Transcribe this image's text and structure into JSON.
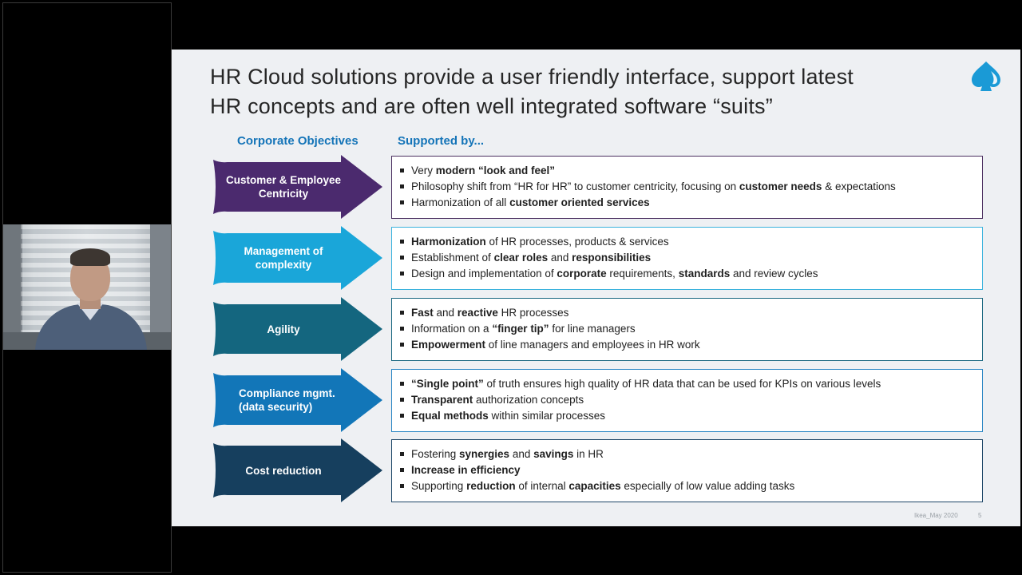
{
  "slide": {
    "title_line1": "HR Cloud solutions provide a user friendly interface, support latest",
    "title_line2": "HR concepts and are often well integrated software “suits”",
    "col_left": "Corporate Objectives",
    "col_right": "Supported by...",
    "footer": "Ikea_May 2020",
    "page": "5",
    "logo_icon": "spade-logo-icon",
    "rows": [
      {
        "label": "Customer & Employee Centricity",
        "color": "#4b2a6e",
        "border": "#4b3060",
        "bullets": [
          [
            {
              "t": "Very "
            },
            {
              "t": "modern “look and feel”",
              "b": true
            }
          ],
          [
            {
              "t": "Philosophy shift from “HR for HR” to customer centricity, focusing on "
            },
            {
              "t": "customer needs",
              "b": true
            },
            {
              "t": " & expectations"
            }
          ],
          [
            {
              "t": "Harmonization of all "
            },
            {
              "t": "customer oriented services",
              "b": true
            }
          ]
        ]
      },
      {
        "label": "Management of complexity",
        "color": "#1aa6d9",
        "border": "#3cb3dd",
        "bullets": [
          [
            {
              "t": "Harmonization",
              "b": true
            },
            {
              "t": " of HR processes, products & services"
            }
          ],
          [
            {
              "t": "Establishment of "
            },
            {
              "t": "clear roles",
              "b": true
            },
            {
              "t": " and "
            },
            {
              "t": "responsibilities",
              "b": true
            }
          ],
          [
            {
              "t": "Design and implementation of "
            },
            {
              "t": "corporate",
              "b": true
            },
            {
              "t": " requirements, "
            },
            {
              "t": "standards",
              "b": true
            },
            {
              "t": " and review cycles"
            }
          ]
        ]
      },
      {
        "label": "Agility",
        "color": "#14667f",
        "border": "#1a6780",
        "bullets": [
          [
            {
              "t": "Fast",
              "b": true
            },
            {
              "t": " and "
            },
            {
              "t": "reactive",
              "b": true
            },
            {
              "t": " HR processes"
            }
          ],
          [
            {
              "t": "Information on a "
            },
            {
              "t": "“finger tip”",
              "b": true
            },
            {
              "t": " for line managers"
            }
          ],
          [
            {
              "t": "Empowerment",
              "b": true
            },
            {
              "t": " of line managers and employees in HR work"
            }
          ]
        ]
      },
      {
        "label": "Compliance mgmt. (data security)",
        "color": "#1276b8",
        "border": "#2a86c4",
        "bullets": [
          [
            {
              "t": "“Single point”",
              "b": true
            },
            {
              "t": " of truth ensures high quality of HR data that can be used for KPIs on various levels"
            }
          ],
          [
            {
              "t": "Transparent",
              "b": true
            },
            {
              "t": " authorization concepts"
            }
          ],
          [
            {
              "t": "Equal methods",
              "b": true
            },
            {
              "t": " within similar processes"
            }
          ]
        ]
      },
      {
        "label": "Cost reduction",
        "color": "#163f5e",
        "border": "#1c4566",
        "bullets": [
          [
            {
              "t": "Fostering "
            },
            {
              "t": "synergies",
              "b": true
            },
            {
              "t": " and "
            },
            {
              "t": "savings",
              "b": true
            },
            {
              "t": " in HR"
            }
          ],
          [
            {
              "t": "Increase in efficiency",
              "b": true
            }
          ],
          [
            {
              "t": "Supporting "
            },
            {
              "t": "reduction",
              "b": true
            },
            {
              "t": " of internal "
            },
            {
              "t": "capacities",
              "b": true
            },
            {
              "t": " especially of low value adding tasks"
            }
          ]
        ]
      }
    ]
  }
}
